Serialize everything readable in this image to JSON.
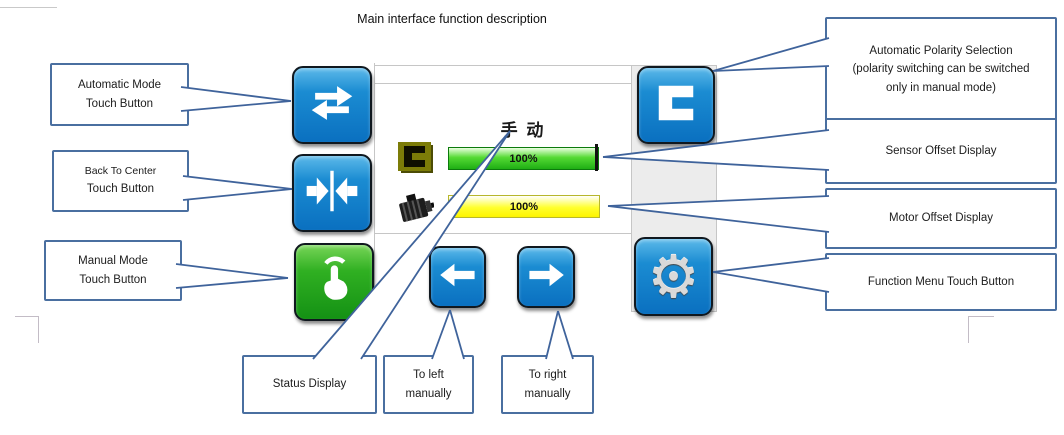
{
  "title": "Main interface function description",
  "callouts": {
    "automatic_mode": {
      "line1": "Automatic Mode",
      "line2": "Touch Button"
    },
    "back_to_center": {
      "line1": "Back To Center",
      "line2": "Touch Button"
    },
    "manual_mode": {
      "line1": "Manual Mode",
      "line2": "Touch Button"
    },
    "automatic_polarity": {
      "line1": "Automatic Polarity Selection",
      "line2": "(polarity switching can be switched",
      "line3": "only in manual mode)"
    },
    "sensor_offset": {
      "line1": "Sensor Offset Display"
    },
    "motor_offset": {
      "line1": "Motor Offset Display"
    },
    "function_menu": {
      "line1": "Function Menu Touch Button"
    },
    "status_display": {
      "line1": "Status Display"
    },
    "to_left": {
      "line1": "To left",
      "line2": "manually"
    },
    "to_right": {
      "line1": "To right",
      "line2": "manually"
    }
  },
  "screen": {
    "status_text": "手 动",
    "sensor_offset_value": "100%",
    "motor_offset_value": "100%"
  },
  "icons": {
    "auto_mode": "loop-arrows-icon",
    "back_to_center": "arrows-to-center-icon",
    "manual_mode": "touch-hand-icon",
    "polarity": "c-symbol-icon",
    "function_menu": "gear-icon",
    "move_left": "left-arrow-icon",
    "move_right": "right-arrow-icon",
    "sensor": "fork-sensor-icon",
    "motor": "motor-icon"
  },
  "glyphs": {
    "gear": "⚙"
  },
  "colors": {
    "callout_border": "#4a6fa0",
    "leader_line": "#3f639b",
    "button_blue": "#0e7fc6",
    "button_green": "#27ae1e",
    "bar_green": "#3ecb22",
    "bar_yellow": "#fdf400",
    "sensor_icon_olive": "#7c7c08",
    "grid_line": "#c6c6c6"
  }
}
